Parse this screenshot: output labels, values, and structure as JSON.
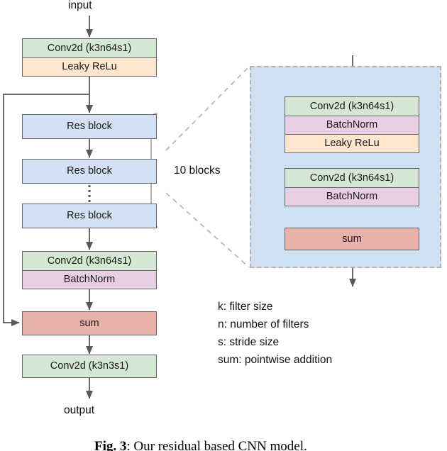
{
  "figure": {
    "caption_prefix": "Fig. 3",
    "caption_text": ": Our residual based CNN model."
  },
  "main_flow": {
    "input_label": "input",
    "output_label": "output",
    "blocks": [
      {
        "name": "conv-leaky",
        "rows": [
          "Conv2d (k3n64s1)",
          "Leaky ReLu"
        ]
      },
      {
        "name": "res-block-1",
        "rows": [
          "Res block"
        ]
      },
      {
        "name": "res-block-2",
        "rows": [
          "Res block"
        ]
      },
      {
        "name": "res-block-n",
        "rows": [
          "Res block"
        ]
      },
      {
        "name": "conv-batchnorm",
        "rows": [
          "Conv2d (k3n64s1)",
          "BatchNorm"
        ]
      },
      {
        "name": "sum",
        "rows": [
          "sum"
        ]
      },
      {
        "name": "conv-out",
        "rows": [
          "Conv2d (k3n3s1)"
        ]
      }
    ],
    "brace_label": "10 blocks"
  },
  "res_block_detail": {
    "rows_top": [
      "Conv2d (k3n64s1)",
      "BatchNorm",
      "Leaky ReLu"
    ],
    "rows_mid": [
      "Conv2d (k3n64s1)",
      "BatchNorm"
    ],
    "rows_sum": [
      "sum"
    ]
  },
  "legend": {
    "lines": [
      "k: filter size",
      "n: number of filters",
      "s: stride size",
      "sum: pointwise addition"
    ]
  },
  "colors": {
    "conv": "#d5e8d4",
    "activation": "#ffe6cc",
    "batchnorm": "#e8cfe3",
    "resblock": "#d4e1f5",
    "sum": "#e8b2aa",
    "panel_bg": "#cfe0f3",
    "stroke": "#666666",
    "dashed": "#b0b0b0"
  }
}
